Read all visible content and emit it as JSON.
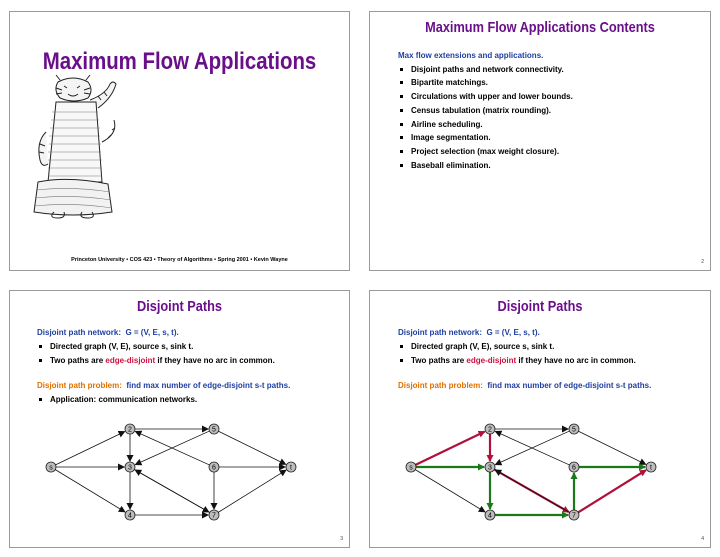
{
  "slide1": {
    "title": "Maximum Flow Applications",
    "footer": "Princeton University  •  COS 423  •  Theory of Algorithms  •  Spring 2001  •  Kevin Wayne"
  },
  "slide2": {
    "title": "Maximum Flow Applications Contents",
    "intro": "Max flow extensions and applications.",
    "items": [
      "Disjoint paths and network connectivity.",
      "Bipartite matchings.",
      "Circulations with upper and lower bounds.",
      "Census tabulation (matrix rounding).",
      "Airline scheduling.",
      "Image segmentation.",
      "Project selection (max weight closure).",
      "Baseball elimination."
    ],
    "page": "2"
  },
  "slide3": {
    "title": "Disjoint Paths",
    "network_label": "Disjoint path network:",
    "network_def": "G = (V, E, s, t).",
    "bullet1": "Directed graph (V, E), source s, sink t.",
    "bullet2_pre": "Two paths are ",
    "bullet2_em": "edge-disjoint",
    "bullet2_post": " if they have no arc in common.",
    "problem_label": "Disjoint path problem:",
    "problem_def": "find max number of edge-disjoint s-t paths.",
    "application": "Application:  communication networks.",
    "page": "3"
  },
  "slide4": {
    "title": "Disjoint Paths",
    "network_label": "Disjoint path network:",
    "network_def": "G = (V, E, s, t).",
    "bullet1": "Directed graph (V, E), source s, sink t.",
    "bullet2_pre": "Two paths are ",
    "bullet2_em": "edge-disjoint",
    "bullet2_post": " if they have no arc in common.",
    "problem_label": "Disjoint path problem:",
    "problem_def": "find max number of edge-disjoint s-t paths.",
    "page": "4"
  },
  "graph": {
    "nodes": {
      "s": "s",
      "n2": "2",
      "n3": "3",
      "n4": "4",
      "n5": "5",
      "n6": "6",
      "n7": "7",
      "t": "t"
    }
  },
  "colors": {
    "title": "#6a0f8a",
    "heading": "#1f3fa0",
    "problem": "#e07000",
    "path_red": "#b0103a",
    "path_green": "#1a7a1a"
  }
}
